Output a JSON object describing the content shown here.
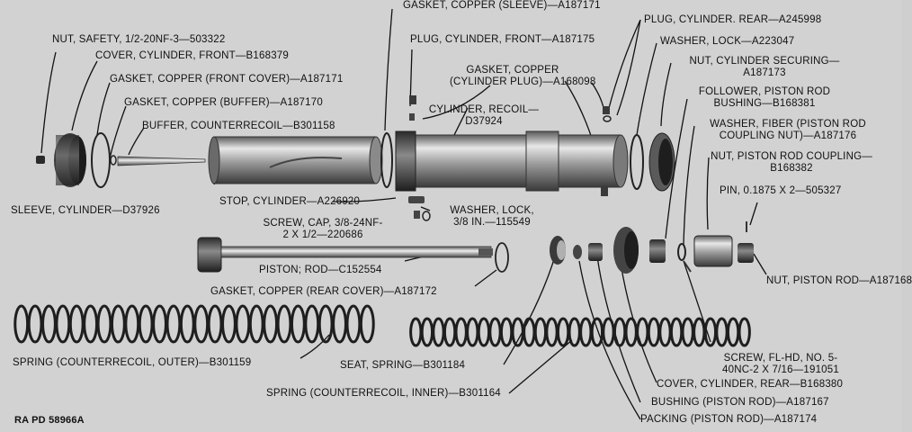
{
  "reference": "RA PD 58966A",
  "colors": {
    "background": "#d2d2d2",
    "ink": "#111111",
    "metal_light": "#c8c8c8",
    "metal_dark": "#3a3a3a"
  },
  "labels": {
    "nut_safety": "NUT, SAFETY, 1/2-20NF-3—503322",
    "cover_cylinder_front": "COVER, CYLINDER, FRONT—B168379",
    "gasket_front_cover": "GASKET, COPPER (FRONT COVER)—A187171",
    "gasket_buffer": "GASKET, COPPER (BUFFER)—A187170",
    "buffer": "BUFFER, COUNTERRECOIL—B301158",
    "gasket_sleeve": "GASKET, COPPER (SLEEVE)—A187171",
    "plug_front": "PLUG, CYLINDER, FRONT—A187175",
    "gasket_plug_1": "GASKET, COPPER",
    "gasket_plug_2": "(CYLINDER PLUG)—A168098",
    "cylinder_recoil_1": "CYLINDER, RECOIL—",
    "cylinder_recoil_2": "D37924",
    "plug_rear": "PLUG, CYLINDER. REAR—A245998",
    "washer_lock": "WASHER, LOCK—A223047",
    "nut_securing_1": "NUT, CYLINDER SECURING—",
    "nut_securing_2": "A187173",
    "follower_1": "FOLLOWER, PISTON ROD",
    "follower_2": "BUSHING—B168381",
    "washer_fiber_1": "WASHER, FIBER (PISTON ROD",
    "washer_fiber_2": "COUPLING NUT)—A187176",
    "nut_coupling_1": "NUT, PISTON ROD COUPLING—",
    "nut_coupling_2": "B168382",
    "pin": "PIN, 0.1875 X 2—505327",
    "sleeve": "SLEEVE, CYLINDER—D37926",
    "stop": "STOP, CYLINDER—A226920",
    "washer_lock_38_1": "WASHER, LOCK,",
    "washer_lock_38_2": "3/8 IN.—115549",
    "screw_cap_1": "SCREW, CAP, 3/8-24NF-",
    "screw_cap_2": "2 X 1/2—220686",
    "piston_rod": "PISTON; ROD—C152554",
    "nut_piston_rod": "NUT, PISTON ROD—A187168",
    "gasket_rear_cover": "GASKET, COPPER (REAR COVER)—A187172",
    "spring_outer": "SPRING (COUNTERRECOIL, OUTER)—B301159",
    "seat_spring": "SEAT, SPRING—B301184",
    "screw_flhd_1": "SCREW, FL-HD, NO. 5-",
    "screw_flhd_2": "40NC-2 X 7/16—191051",
    "spring_inner": "SPRING (COUNTERRECOIL, INNER)—B301164",
    "cover_rear": "COVER, CYLINDER, REAR—B168380",
    "bushing": "BUSHING (PISTON ROD)—A187167",
    "packing": "PACKING (PISTON ROD)—A187174"
  }
}
